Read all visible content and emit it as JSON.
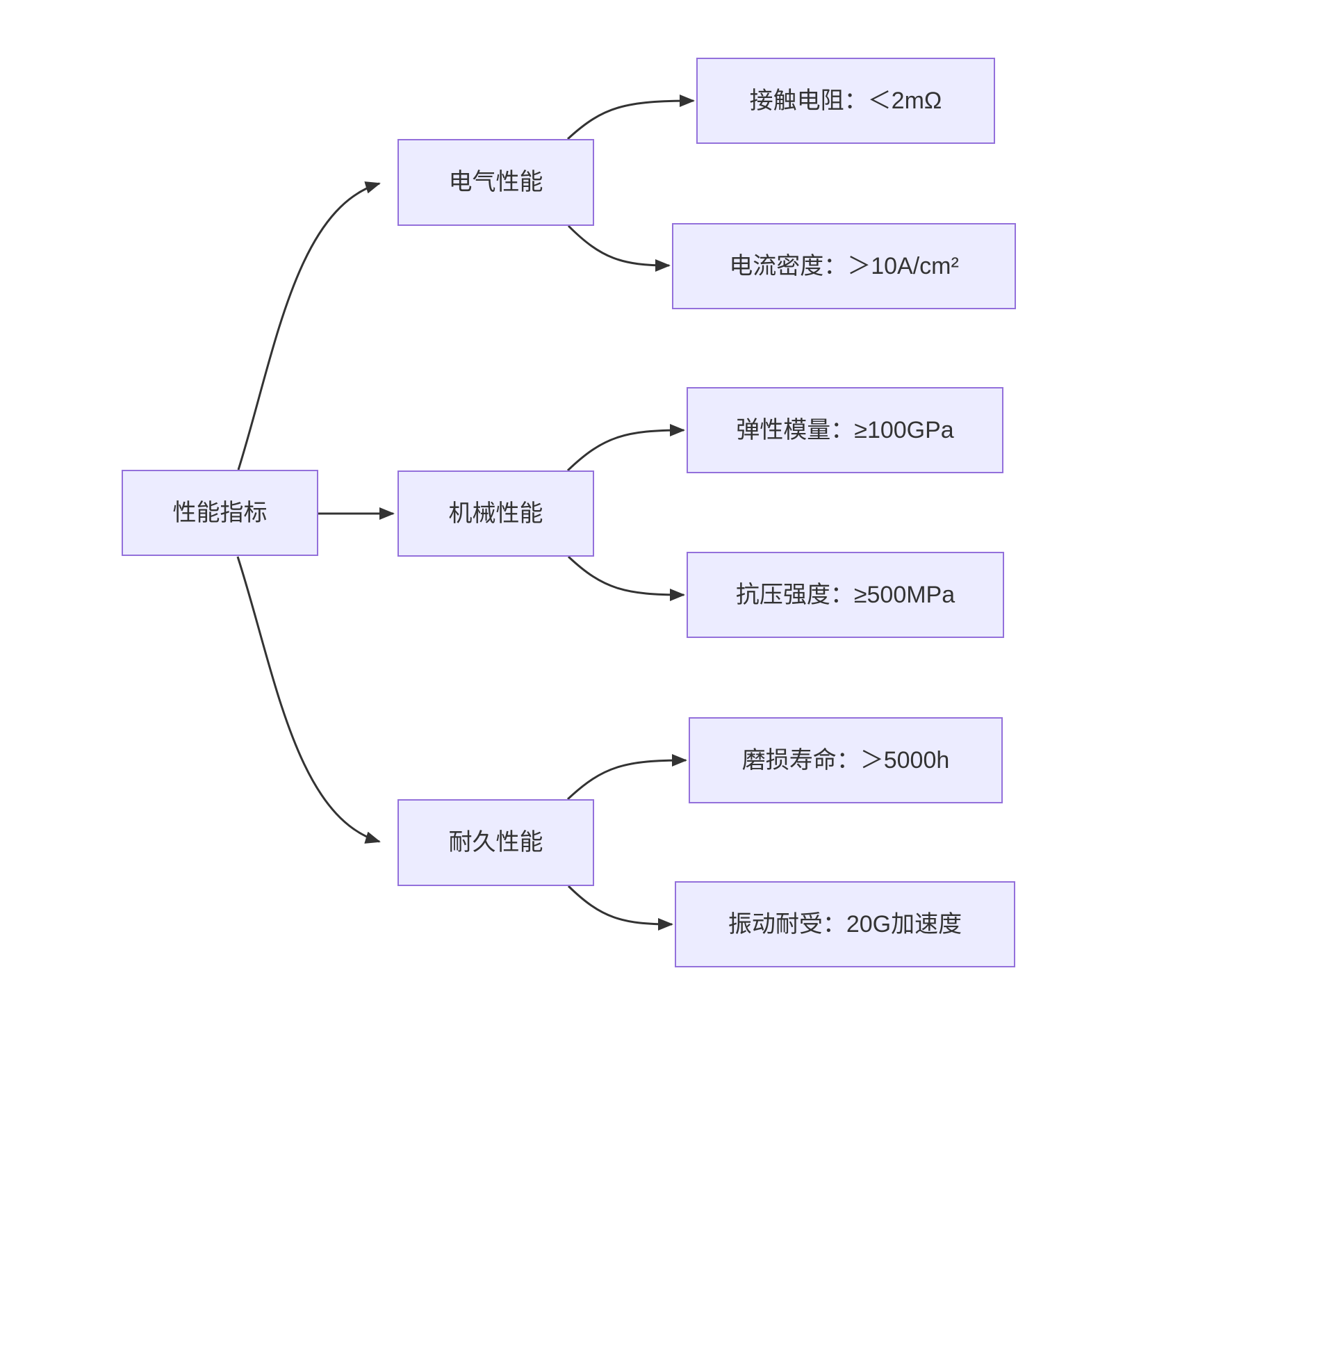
{
  "diagram": {
    "type": "flowchart-left-to-right",
    "title": "性能指标",
    "colors": {
      "node_fill": "#ECECFF",
      "node_border": "#9370DB",
      "edge_stroke": "#333333",
      "text": "#333333",
      "background": "#FFFFFF"
    },
    "nodes": [
      {
        "id": "root",
        "level": 0,
        "label": "性能指标"
      },
      {
        "id": "electrical",
        "level": 1,
        "label": "电气性能"
      },
      {
        "id": "mechanical",
        "level": 1,
        "label": "机械性能"
      },
      {
        "id": "durability",
        "level": 1,
        "label": "耐久性能"
      },
      {
        "id": "contact-resistance",
        "level": 2,
        "label": "接触电阻：＜2mΩ"
      },
      {
        "id": "current-density",
        "level": 2,
        "label": "电流密度：＞10A/cm²"
      },
      {
        "id": "elastic-modulus",
        "level": 2,
        "label": "弹性模量：≥100GPa"
      },
      {
        "id": "compressive-strength",
        "level": 2,
        "label": "抗压强度：≥500MPa"
      },
      {
        "id": "wear-life",
        "level": 2,
        "label": "磨损寿命：＞5000h"
      },
      {
        "id": "vibration-tolerance",
        "level": 2,
        "label": "振动耐受：20G加速度"
      }
    ],
    "edges": [
      {
        "from": "性能指标",
        "to": "电气性能"
      },
      {
        "from": "性能指标",
        "to": "机械性能"
      },
      {
        "from": "性能指标",
        "to": "耐久性能"
      },
      {
        "from": "电气性能",
        "to": "接触电阻：＜2mΩ"
      },
      {
        "from": "电气性能",
        "to": "电流密度：＞10A/cm²"
      },
      {
        "from": "机械性能",
        "to": "弹性模量：≥100GPa"
      },
      {
        "from": "机械性能",
        "to": "抗压强度：≥500MPa"
      },
      {
        "from": "耐久性能",
        "to": "磨损寿命：＞5000h"
      },
      {
        "from": "耐久性能",
        "to": "振动耐受：20G加速度"
      }
    ]
  }
}
